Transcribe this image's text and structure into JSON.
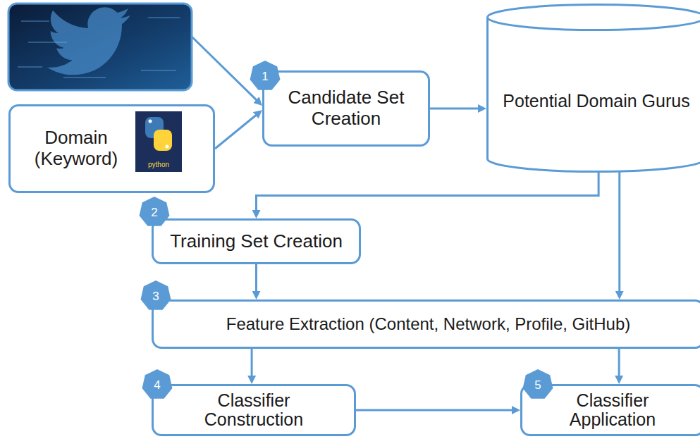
{
  "diagram": {
    "nodes": [
      {
        "text": [
          "Domain (Keyword)"
        ]
      },
      {
        "text": [
          "Candidate Set Creation"
        ]
      },
      {
        "text": [
          "Potential Domain Gurus"
        ]
      },
      {
        "text": [
          "Training Set Creation"
        ]
      },
      {
        "text": [
          "Feature Extraction (Content, Network, Profile, GitHub)"
        ]
      },
      {
        "text": [
          "Classifier Construction"
        ]
      },
      {
        "text": [
          "Classifier Application"
        ]
      }
    ],
    "edges": [
      {
        "from": 0,
        "to": 1,
        "arrow": "to"
      },
      {
        "from": 1,
        "to": 2,
        "arrow": "to"
      },
      {
        "from": 2,
        "to": 3,
        "arrow": "to"
      },
      {
        "from": 2,
        "to": 4,
        "arrow": "to"
      },
      {
        "from": 3,
        "to": 4,
        "arrow": "to"
      },
      {
        "from": 4,
        "to": 5,
        "arrow": "to"
      },
      {
        "from": 4,
        "to": 6,
        "arrow": "to"
      },
      {
        "from": 5,
        "to": 6,
        "arrow": "to"
      }
    ],
    "labels": [
      "1",
      "2",
      "3",
      "4",
      "5",
      "python"
    ]
  }
}
